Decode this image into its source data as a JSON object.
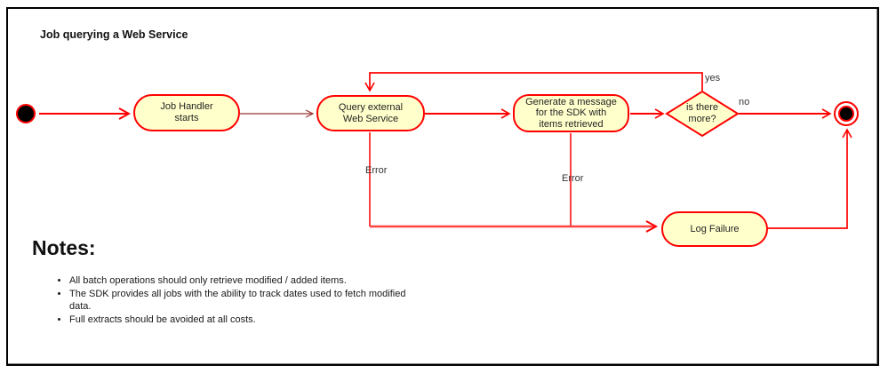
{
  "colors": {
    "node_fill": "#ffffcc",
    "node_border": "#ff0000",
    "connector_red": "#ff0000",
    "connector_dark": "#9a3333",
    "frame": "#000000",
    "text": "#1a1a1a"
  },
  "diagram": {
    "title": "Job querying a Web Service",
    "nodes": {
      "start": {
        "type": "initial-node"
      },
      "job_handler": {
        "label": "Job Handler starts"
      },
      "query_service": {
        "label": "Query external Web Service"
      },
      "generate_message": {
        "label": "Generate a message for the SDK with items retrieved"
      },
      "decision": {
        "label": "is there more?"
      },
      "log_failure": {
        "label": "Log Failure"
      },
      "end": {
        "type": "final-node"
      }
    },
    "edge_labels": {
      "yes": "yes",
      "no": "no",
      "error_query": "Error",
      "error_generate": "Error"
    }
  },
  "notes": {
    "heading": "Notes:",
    "items": [
      "All batch operations should only retrieve modified / added items.",
      "The SDK provides all jobs with the ability to track dates used to fetch modified data.",
      "Full extracts should be avoided at all costs."
    ]
  }
}
